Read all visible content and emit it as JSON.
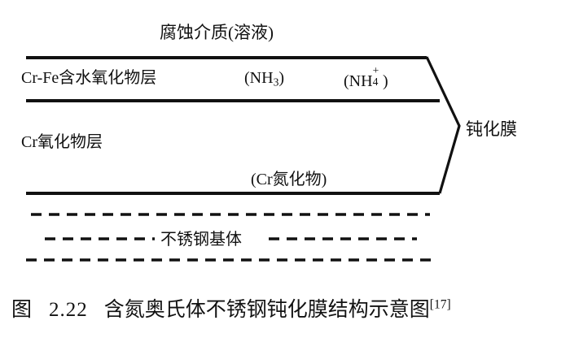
{
  "figure": {
    "medium_label": "腐蚀介质(溶液)",
    "layers": [
      {
        "name": "oxide-hydrate-layer",
        "label": "Cr-Fe含水氧化物层",
        "species": [
          {
            "name": "ammonia",
            "open": "(",
            "base": "NH",
            "sub": "3",
            "sup": "",
            "close": ")"
          },
          {
            "name": "ammonium",
            "open": "(",
            "base": "NH",
            "sub": "4",
            "sup": "+",
            "close": ")"
          }
        ]
      },
      {
        "name": "cr-oxide-layer",
        "label": "Cr氧化物层",
        "sub_label": "(Cr氮化物)"
      }
    ],
    "bracket_label": "钝化膜",
    "substrate_label": "不锈钢基体",
    "caption": {
      "figure_word": "图",
      "figure_number": "2.22",
      "title": "含氮奥氏体不锈钢钝化膜结构示意图",
      "reference": "[17]"
    },
    "colors": {
      "ink": "#111111",
      "background": "#ffffff"
    }
  }
}
